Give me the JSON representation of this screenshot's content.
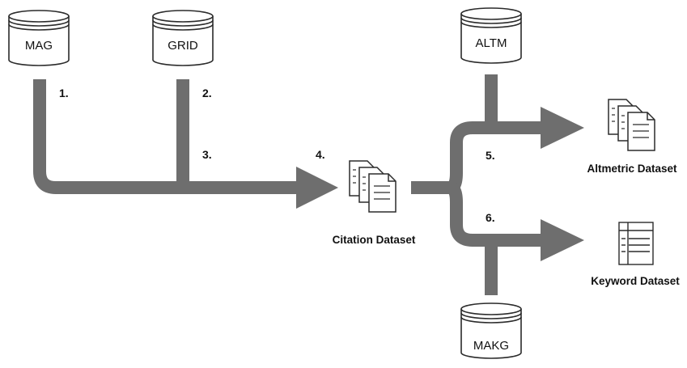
{
  "colors": {
    "pipe": "#6e6e6e",
    "shape_fill": "#ffffff",
    "shape_stroke": "#2b2b2b",
    "text": "#111111"
  },
  "databases": {
    "mag": "MAG",
    "grid": "GRID",
    "altm": "ALTM",
    "makg": "MAKG"
  },
  "steps": {
    "s1": "1.",
    "s2": "2.",
    "s3": "3.",
    "s4": "4.",
    "s5": "5.",
    "s6": "6."
  },
  "datasets": {
    "citation": "Citation Dataset",
    "altmetric": "Altmetric Dataset",
    "keyword": "Keyword Dataset"
  },
  "icons": {
    "database": "database-cylinder-icon",
    "documents": "document-stack-icon",
    "table": "table-icon"
  }
}
